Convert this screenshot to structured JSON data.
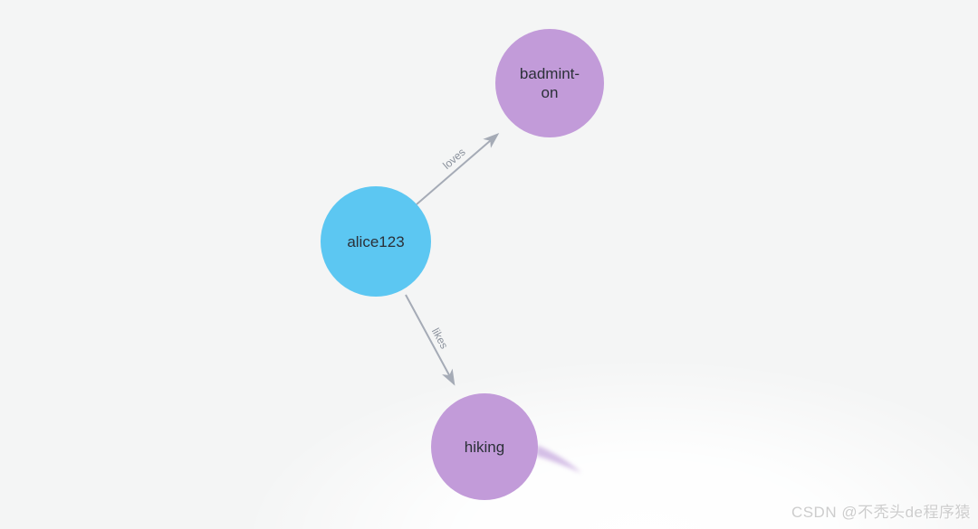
{
  "background": {
    "base_color": "#f4f5f5",
    "highlight_color": "#ffffff"
  },
  "graph": {
    "nodes": [
      {
        "id": "alice123",
        "label": "alice123",
        "color": "#5cc7f2"
      },
      {
        "id": "badminton",
        "label_line1": "badmint-",
        "label_line2": "on",
        "color": "#c29bd9"
      },
      {
        "id": "hiking",
        "label": "hiking",
        "color": "#c29bd9"
      }
    ],
    "edges": [
      {
        "label": "loves",
        "from": "alice123",
        "to": "badminton",
        "color": "#a5abb6"
      },
      {
        "label": "likes",
        "from": "alice123",
        "to": "hiking",
        "color": "#a5abb6"
      }
    ]
  },
  "watermark": {
    "text": "CSDN @不秃头de程序猿"
  }
}
